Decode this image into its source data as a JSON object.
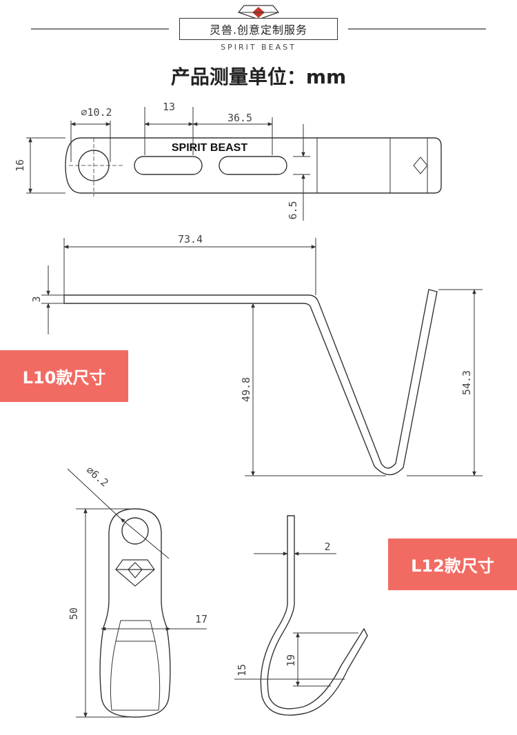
{
  "header": {
    "brand_cn": "灵兽.创意定制服务",
    "brand_en": "SPIRIT BEAST",
    "title": "产品测量单位：mm",
    "logo_icon": "diamond-logo-icon"
  },
  "badges": {
    "l10": "L10款尺寸",
    "l12": "L12款尺寸",
    "color": "#f26b63"
  },
  "top_view": {
    "engraving": "SPIRIT BEAST",
    "dims": {
      "hole_dia": "10.2",
      "slot_len": "13",
      "slot_spacing": "36.5",
      "width": "16",
      "slot_w": "6.5"
    }
  },
  "side_view": {
    "dims": {
      "length": "73.4",
      "thickness": "3",
      "depth": "49.8",
      "height": "54.3"
    }
  },
  "l12_front": {
    "dims": {
      "hole_dia": "6.2",
      "height": "50",
      "width": "17"
    }
  },
  "l12_side": {
    "dims": {
      "thickness": "2",
      "hook_depth": "19",
      "bend": "15"
    }
  }
}
